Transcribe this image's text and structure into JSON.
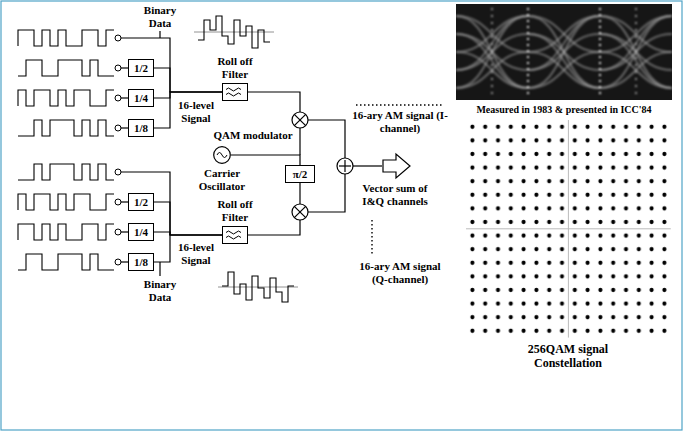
{
  "diagram": {
    "nodes": [
      {
        "text": [
          "1/2"
        ]
      },
      {
        "text": [
          "1/4"
        ]
      },
      {
        "text": [
          "1/8"
        ]
      },
      {
        "text": [
          "Roll off Filter"
        ]
      },
      {
        "text": [
          "Carrier Oscillator"
        ]
      },
      {
        "text": [
          "π/2"
        ]
      },
      {
        "text": [
          "1/2"
        ]
      },
      {
        "text": [
          "1/4"
        ]
      },
      {
        "text": [
          "1/8"
        ]
      },
      {
        "text": [
          "Roll off Filter"
        ]
      }
    ],
    "edges": [
      {
        "from": 0,
        "to": 3,
        "arrow": "none"
      },
      {
        "from": 1,
        "to": 3,
        "arrow": "none"
      },
      {
        "from": 2,
        "to": 3,
        "arrow": "none"
      },
      {
        "from": 4,
        "to": 5,
        "arrow": "none"
      },
      {
        "from": 6,
        "to": 9,
        "arrow": "none"
      },
      {
        "from": 7,
        "to": 9,
        "arrow": "none"
      },
      {
        "from": 8,
        "to": 9,
        "arrow": "none"
      }
    ],
    "labels": [
      "Binary Data",
      "16-level Signal",
      "16-ary AM signal (I-channel)",
      "QAM modulator",
      "Vector sum of I&Q channels",
      "16-level Signal",
      "16-ary AM signal (Q-channel)",
      "Binary Data",
      "Measured in 1983 & presented in ICC'84",
      "256QAM signal Constellation"
    ]
  }
}
